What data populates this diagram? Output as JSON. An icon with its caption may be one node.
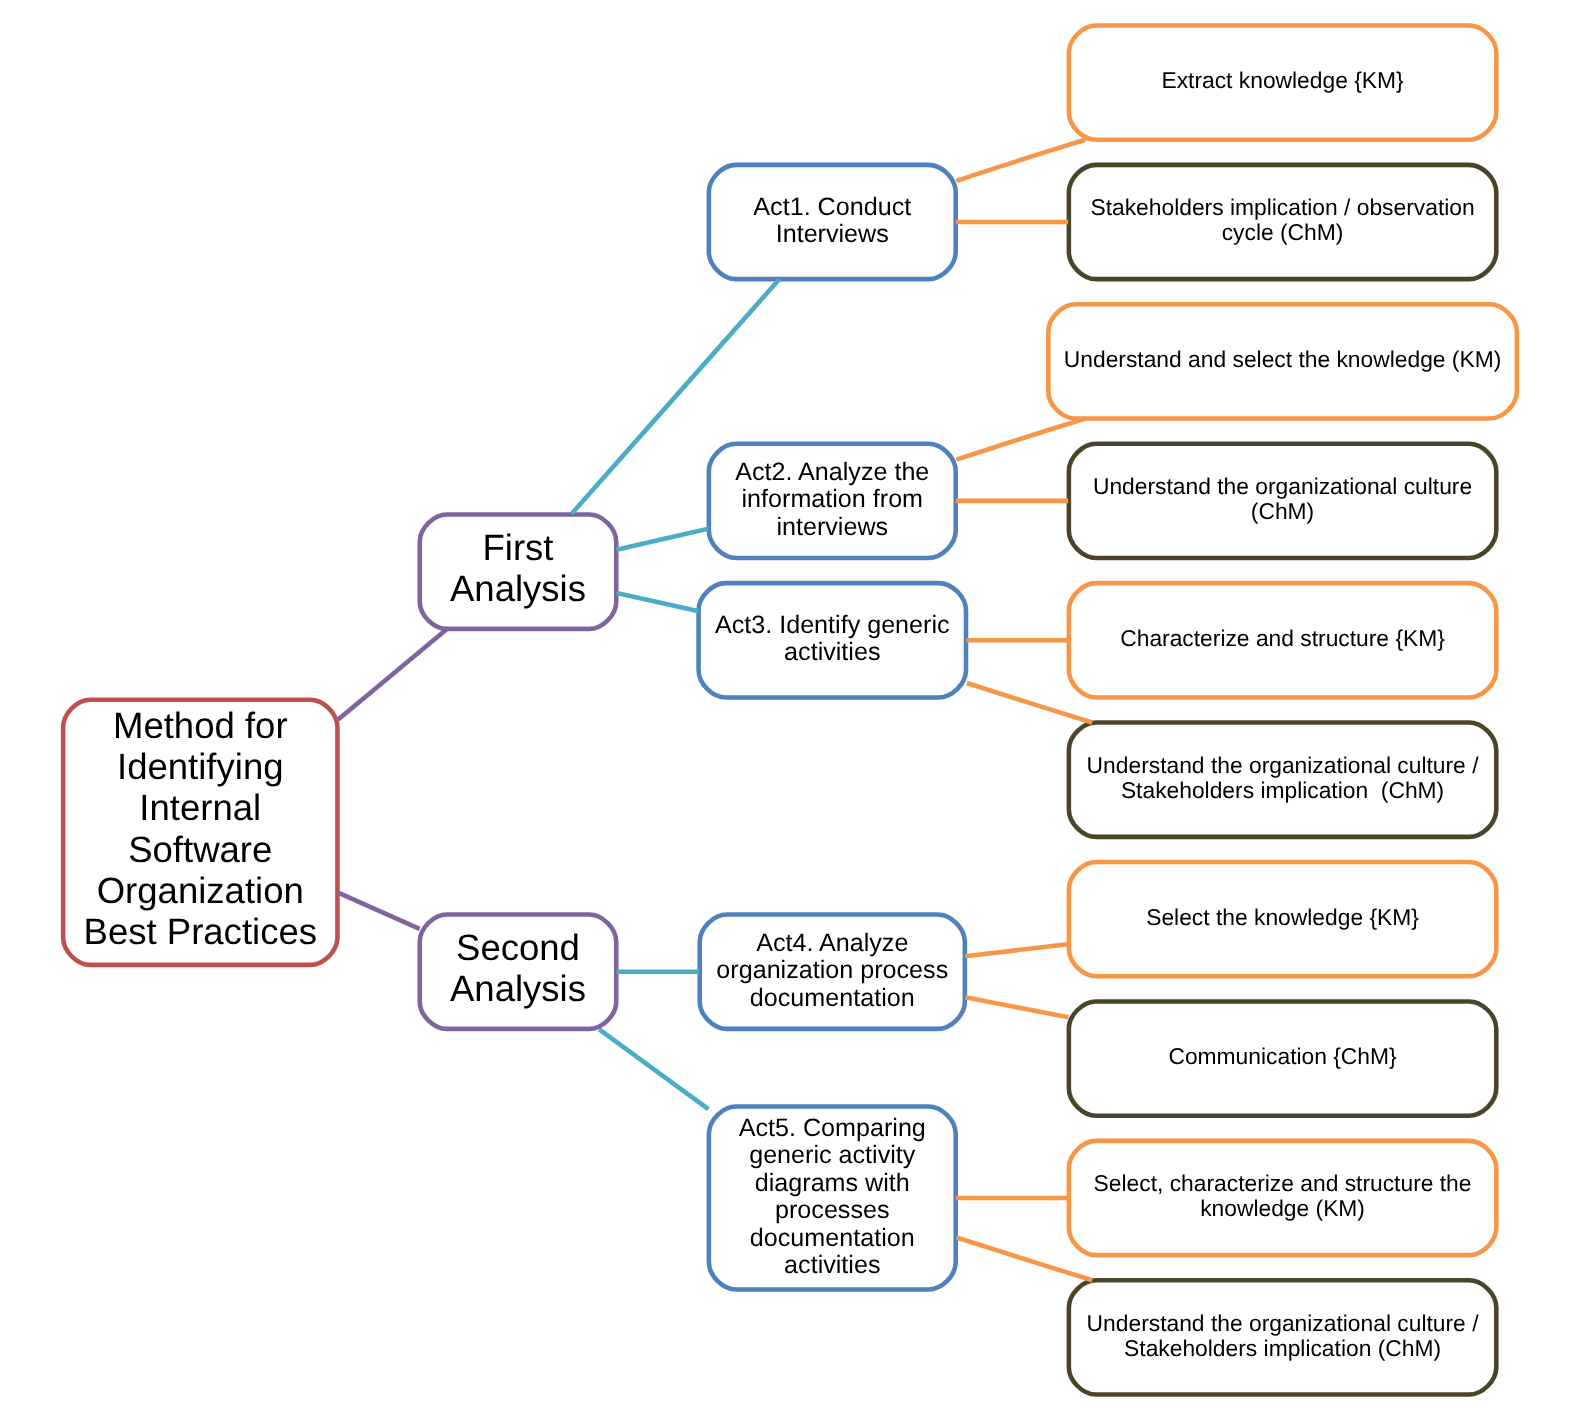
{
  "diagram": {
    "nodes": [
      {
        "text": [
          "Method for Identifying Internal Software Organization Best Practices"
        ]
      },
      {
        "text": [
          "First Analysis"
        ]
      },
      {
        "text": [
          "Act1. Conduct Interviews"
        ]
      },
      {
        "text": [
          "Extract knowledge {KM}"
        ]
      },
      {
        "text": [
          "Stakeholders implication / observation cycle (ChM)"
        ]
      },
      {
        "text": [
          "Act2. Analyze the information from interviews"
        ]
      },
      {
        "text": [
          "Understand and select the knowledge (KM)"
        ]
      },
      {
        "text": [
          "Understand the organizational culture (ChM)"
        ]
      },
      {
        "text": [
          "Act3. Identify generic activities"
        ]
      },
      {
        "text": [
          "Characterize and structure {KM}"
        ]
      },
      {
        "text": [
          "Understand the organizational culture / Stakeholders implication  (ChM)"
        ]
      },
      {
        "text": [
          "Second Analysis"
        ]
      },
      {
        "text": [
          "Act4. Analyze organization process documentation"
        ]
      },
      {
        "text": [
          "Select the knowledge {KM}"
        ]
      },
      {
        "text": [
          "Communication {ChM}"
        ]
      },
      {
        "text": [
          "Act5. Comparing generic activity diagrams with processes documentation activities"
        ]
      },
      {
        "text": [
          "Select, characterize and structure the knowledge (KM)"
        ]
      },
      {
        "text": [
          "Understand the organizational culture / Stakeholders implication (ChM)"
        ]
      }
    ],
    "edges": [
      {
        "from": 0,
        "to": 1,
        "arrow": "none",
        "color": "#8064a2"
      },
      {
        "from": 1,
        "to": 2,
        "arrow": "none",
        "color": "#4bacc6"
      },
      {
        "from": 2,
        "to": 3,
        "arrow": "none"
      },
      {
        "from": 2,
        "to": 4,
        "arrow": "none"
      },
      {
        "from": 1,
        "to": 5,
        "arrow": "none",
        "color": "#4bacc6"
      },
      {
        "from": 5,
        "to": 6,
        "arrow": "none"
      },
      {
        "from": 5,
        "to": 7,
        "arrow": "none"
      },
      {
        "from": 1,
        "to": 8,
        "arrow": "none",
        "color": "#4bacc6"
      },
      {
        "from": 8,
        "to": 9,
        "arrow": "none"
      },
      {
        "from": 8,
        "to": 10,
        "arrow": "none"
      },
      {
        "from": 0,
        "to": 11,
        "arrow": "none",
        "color": "#8064a2"
      },
      {
        "from": 11,
        "to": 12,
        "arrow": "none",
        "color": "#4bacc6"
      },
      {
        "from": 12,
        "to": 13,
        "arrow": "none"
      },
      {
        "from": 12,
        "to": 14,
        "arrow": "none"
      },
      {
        "from": 11,
        "to": 15,
        "arrow": "none",
        "color": "#4bacc6"
      },
      {
        "from": 15,
        "to": 16,
        "arrow": "none"
      },
      {
        "from": 15,
        "to": 17,
        "arrow": "none"
      }
    ]
  }
}
